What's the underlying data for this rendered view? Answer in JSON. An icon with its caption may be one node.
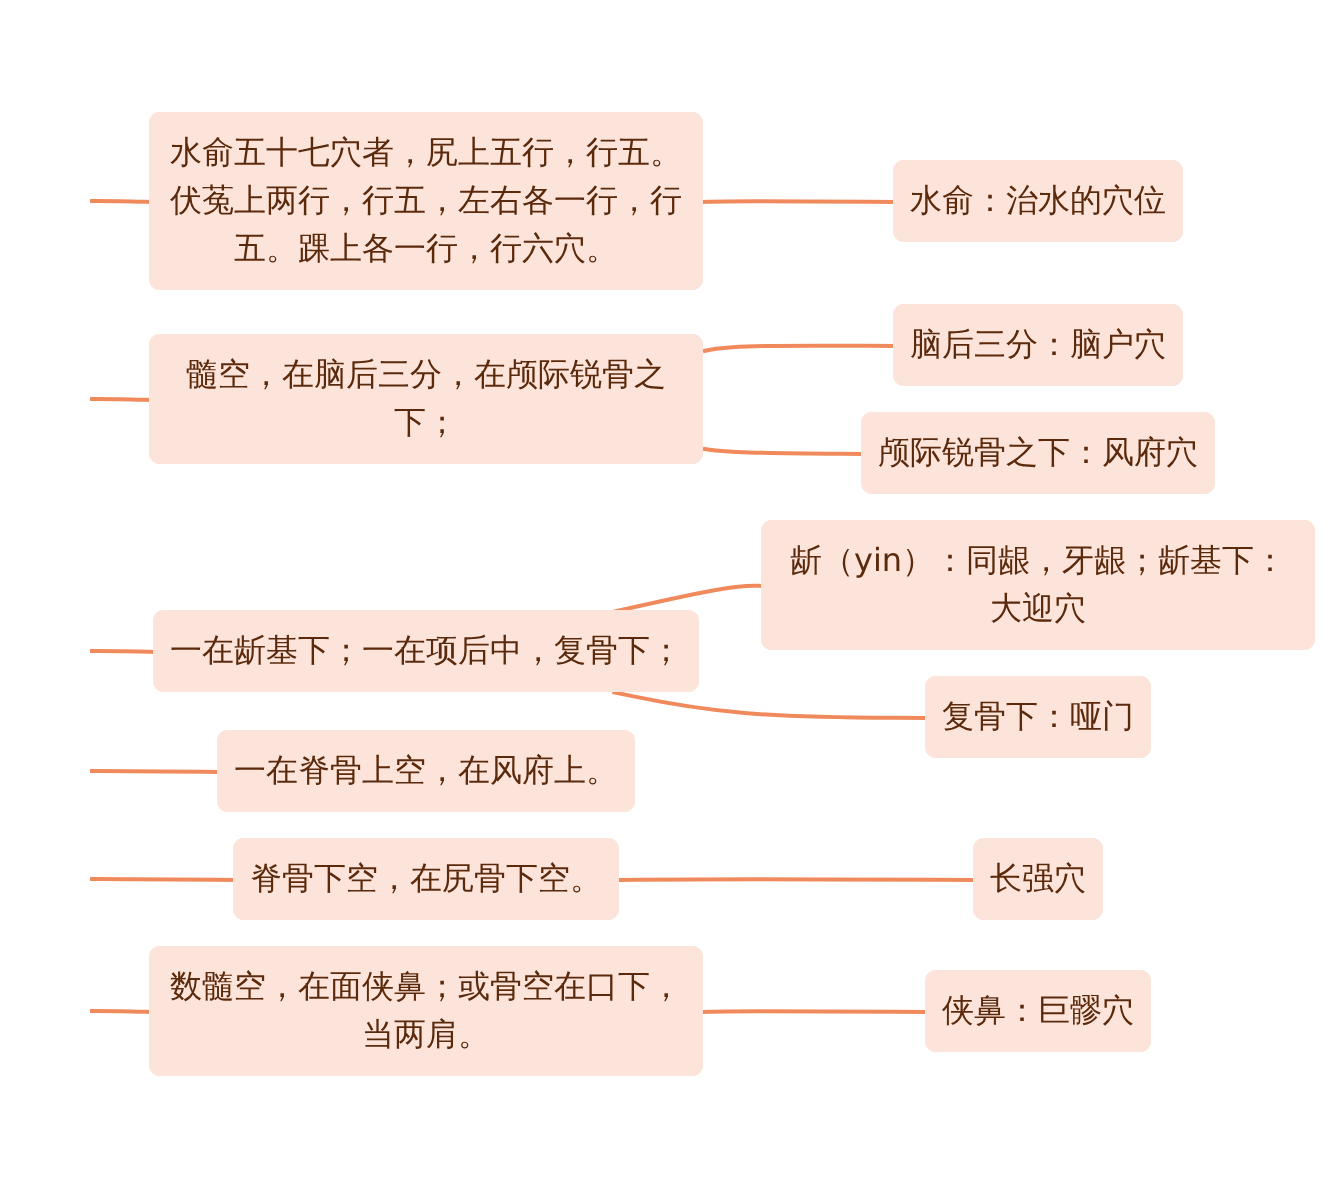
{
  "diagram": {
    "nodes": [
      {
        "text": [
          "水俞五十七穴者，尻上五行，行五。伏菟上两行，行五，左右各一行，行五。踝上各一行，行六穴。"
        ]
      },
      {
        "text": [
          "水俞：治水的穴位"
        ]
      },
      {
        "text": [
          "髓空，在脑后三分，在颅际锐骨之下；"
        ]
      },
      {
        "text": [
          "脑后三分：脑户穴"
        ]
      },
      {
        "text": [
          "颅际锐骨之下：风府穴"
        ]
      },
      {
        "text": [
          "一在龂基下；一在项后中，复骨下；"
        ]
      },
      {
        "text": [
          "龂（yin）：同龈，牙龈；龂基下：大迎穴"
        ]
      },
      {
        "text": [
          "复骨下：哑门"
        ]
      },
      {
        "text": [
          "一在脊骨上空，在风府上。"
        ]
      },
      {
        "text": [
          "脊骨下空，在尻骨下空。"
        ]
      },
      {
        "text": [
          "长强穴"
        ]
      },
      {
        "text": [
          "数髓空，在面侠鼻；或骨空在口下，当两肩。"
        ]
      },
      {
        "text": [
          "侠鼻：巨髎穴"
        ]
      }
    ],
    "edges": [
      {
        "from": null,
        "to": 0,
        "arrow": "none"
      },
      {
        "from": 0,
        "to": 1,
        "arrow": "none"
      },
      {
        "from": null,
        "to": 2,
        "arrow": "none"
      },
      {
        "from": 2,
        "to": 3,
        "arrow": "none"
      },
      {
        "from": 2,
        "to": 4,
        "arrow": "none"
      },
      {
        "from": null,
        "to": 5,
        "arrow": "none"
      },
      {
        "from": 5,
        "to": 6,
        "arrow": "none"
      },
      {
        "from": 5,
        "to": 7,
        "arrow": "none"
      },
      {
        "from": null,
        "to": 8,
        "arrow": "none"
      },
      {
        "from": null,
        "to": 9,
        "arrow": "none"
      },
      {
        "from": 9,
        "to": 10,
        "arrow": "none"
      },
      {
        "from": null,
        "to": 11,
        "arrow": "none"
      },
      {
        "from": 11,
        "to": 12,
        "arrow": "none"
      }
    ]
  }
}
